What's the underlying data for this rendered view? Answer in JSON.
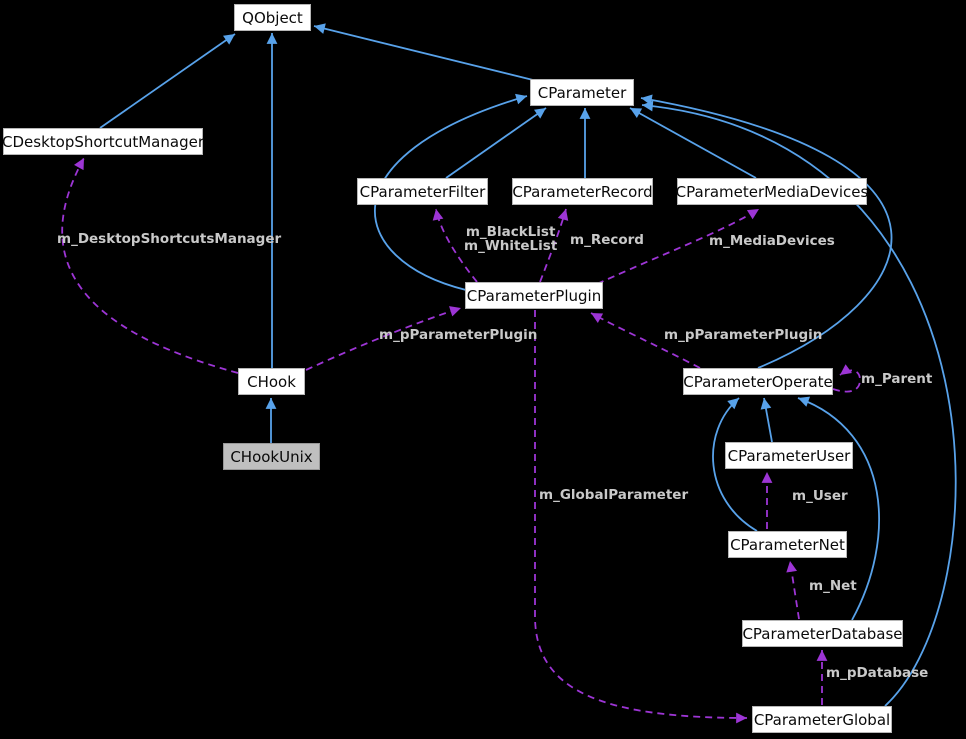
{
  "diagram": {
    "background_color": "#000000",
    "colors": {
      "inheritance_edge": "#58a2ea",
      "usage_edge": "#9d35d5",
      "edge_label_text": "#c9c9c9",
      "node_fill": "#ffffff",
      "node_border": "#b6b6b6",
      "node_text": "#0a0a0a",
      "highlight_node_fill": "#bfbfbf"
    },
    "nodes": {
      "qobject": {
        "label": "QObject"
      },
      "cdesktopshortcutmanager": {
        "label": "CDesktopShortcutManager"
      },
      "cparameter": {
        "label": "CParameter"
      },
      "cparameterfilter": {
        "label": "CParameterFilter"
      },
      "cparameterrecord": {
        "label": "CParameterRecord"
      },
      "cparametermediadevices": {
        "label": "CParameterMediaDevices"
      },
      "cparameterplugin": {
        "label": "CParameterPlugin"
      },
      "chook": {
        "label": "CHook"
      },
      "chookunix": {
        "label": "CHookUnix"
      },
      "cparameteroperate": {
        "label": "CParameterOperate"
      },
      "cparameteruser": {
        "label": "CParameterUser"
      },
      "cparameternet": {
        "label": "CParameterNet"
      },
      "cparameterdatabase": {
        "label": "CParameterDatabase"
      },
      "cparameterglobal": {
        "label": "CParameterGlobal"
      }
    },
    "edge_labels": {
      "desktop_shortcuts_manager": "m_DesktopShortcutsManager",
      "black_white_list": "m_BlackList\nm_WhiteList",
      "record": "m_Record",
      "media_devices": "m_MediaDevices",
      "p_parameter_plugin_left": "m_pParameterPlugin",
      "p_parameter_plugin_right": "m_pParameterPlugin",
      "parent": "m_Parent",
      "user": "m_User",
      "net": "m_Net",
      "p_database": "m_pDatabase",
      "global_parameter": "m_GlobalParameter"
    }
  }
}
